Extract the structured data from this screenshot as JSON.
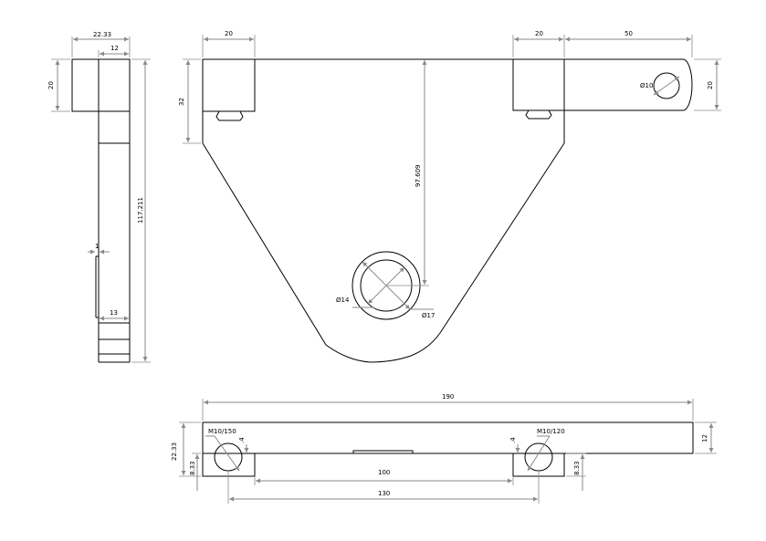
{
  "colors": {
    "outline": "#000000",
    "dimension": "#8a8a8a",
    "background": "#ffffff"
  },
  "side_view": {
    "width_total": "22.33",
    "width_inner": "12",
    "height_top": "20",
    "height_total": "117.211",
    "step_small": "1",
    "bottom_width": "13"
  },
  "front_view": {
    "left_width": "20",
    "right_width": "20",
    "ear_length": "50",
    "left_height": "32",
    "ear_height": "20",
    "ear_hole": "Ø10",
    "hole_depth": "97.609",
    "hole_inner": "Ø14",
    "hole_outer": "Ø17"
  },
  "top_view": {
    "total_length": "190",
    "hole_spacing_inner": "100",
    "hole_spacing_outer": "130",
    "left_thread": "M10/150",
    "right_thread": "M10/120",
    "height_total": "22.33",
    "height_bottom_left": "8.33",
    "height_bottom_right": "8.33",
    "height_right": "12",
    "step_left": ".4",
    "step_right": ".4"
  }
}
